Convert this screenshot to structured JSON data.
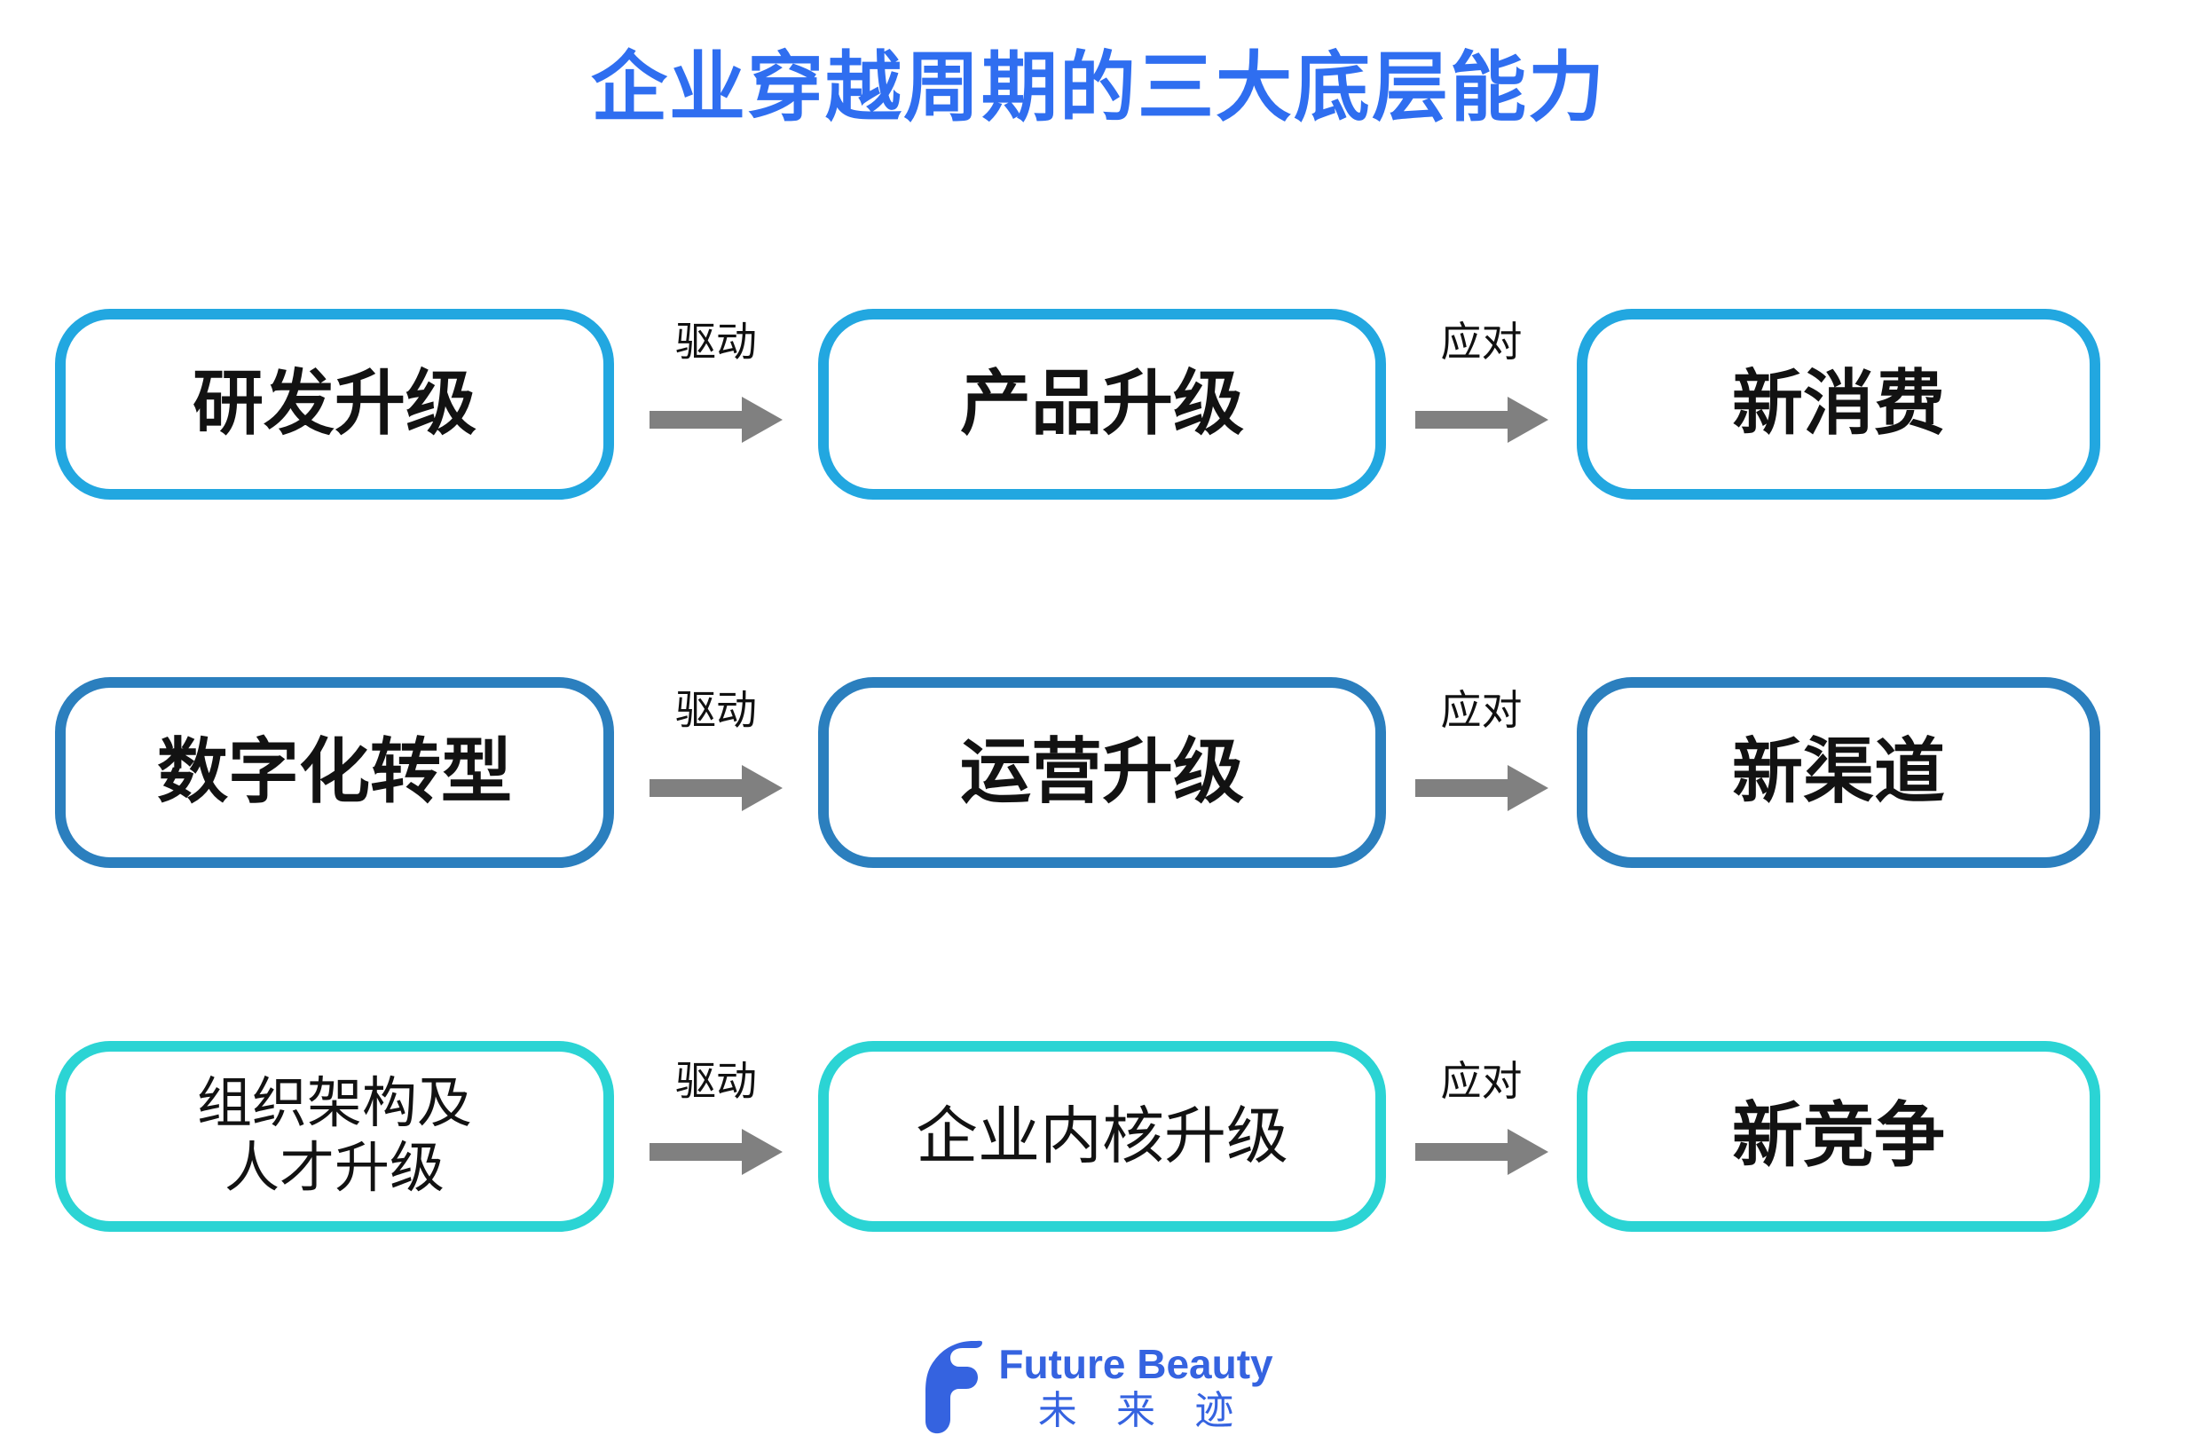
{
  "page": {
    "title": "企业穿越周期的三大底层能力",
    "title_color": "#2f6ef0",
    "background": "#ffffff",
    "arrow_color": "#808080",
    "text_color": "#121212"
  },
  "rows": [
    {
      "accent": "#22a7e0",
      "source": "研发升级",
      "connector1": "驱动",
      "middle": "产品升级",
      "connector2": "应对",
      "target": "新消费"
    },
    {
      "accent": "#2b7fbe",
      "source": "数字化转型",
      "connector1": "驱动",
      "middle": "运营升级",
      "connector2": "应对",
      "target": "新渠道"
    },
    {
      "accent": "#2bd4d4",
      "source": "组织架构及\n人才升级",
      "source_line1": "组织架构及",
      "source_line2": "人才升级",
      "connector1": "驱动",
      "middle": "企业内核升级",
      "connector2": "应对",
      "target": "新竞争"
    }
  ],
  "footer": {
    "logo_en": "Future Beauty",
    "logo_cn": "未 来 迹",
    "logo_color": "#3563e0",
    "logo_mark_name": "future-beauty-f-mark"
  }
}
